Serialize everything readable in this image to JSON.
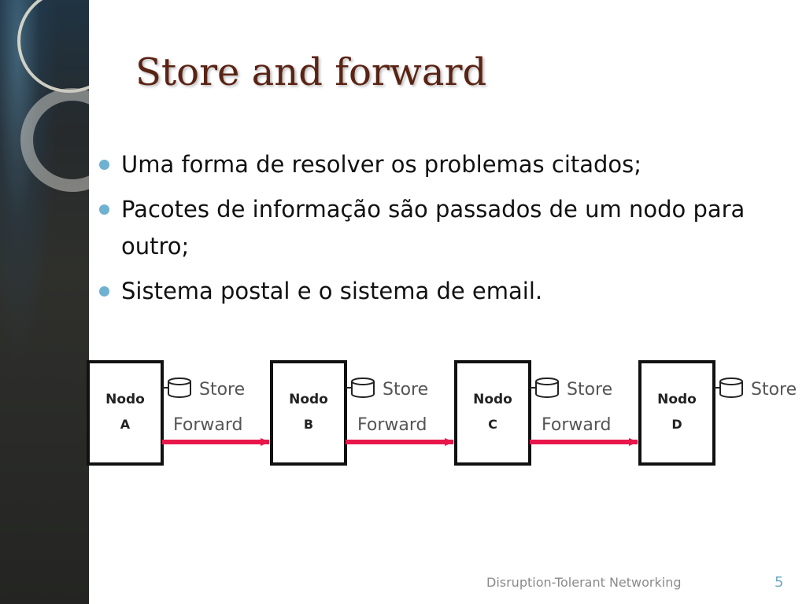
{
  "slide": {
    "title": "Store and forward",
    "bullets": [
      "Uma forma de resolver os problemas citados;",
      "Pacotes de informação são passados de um nodo para outro;",
      "Sistema postal e o sistema de email."
    ],
    "footer": "Disruption-Tolerant Networking",
    "page_number": "5"
  },
  "diagram": {
    "nodes": [
      {
        "line1": "Nodo",
        "line2": "A"
      },
      {
        "line1": "Nodo",
        "line2": "B"
      },
      {
        "line1": "Nodo",
        "line2": "C"
      },
      {
        "line1": "Nodo",
        "line2": "D"
      }
    ],
    "store_label": "Store",
    "forward_label": "Forward"
  },
  "colors": {
    "title": "#5a2314",
    "bullet_marker": "#6fb1d0",
    "arrow": "#e8174a",
    "footer": "#8a8a8a",
    "page_number": "#6fa8c6"
  }
}
